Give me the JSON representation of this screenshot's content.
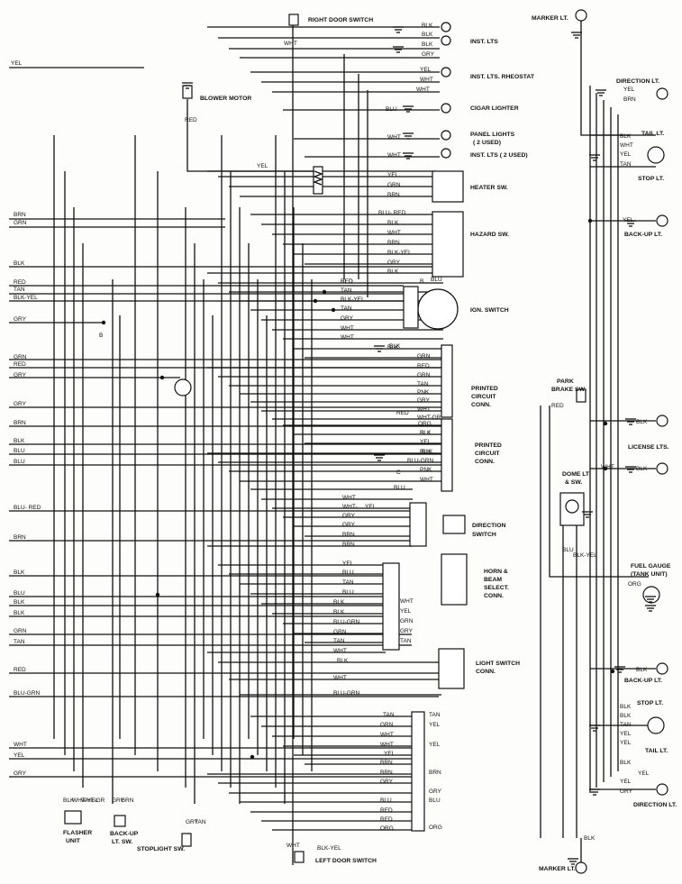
{
  "diagram": {
    "left_wire_labels": [
      "YEL",
      "BRN",
      "GRN",
      "BLK",
      "RED",
      "TAN",
      "BLK-YEL",
      "GRY",
      "GRN",
      "RED",
      "GRY",
      "GRY",
      "BRN",
      "BLK",
      "BLU",
      "BLU",
      "BLU- RED",
      "BRN",
      "BLK",
      "BLU",
      "BLK",
      "BLK",
      "GRN",
      "TAN",
      "RED",
      "BLU-GRN",
      "WHT",
      "YEL",
      "GRY"
    ],
    "components_right": [
      {
        "name": "RIGHT DOOR SWITCH"
      },
      {
        "name": "MARKER LT."
      },
      {
        "name": "INST. LTS"
      },
      {
        "name": "INST. LTS. RHEOSTAT"
      },
      {
        "name": "BLOWER MOTOR"
      },
      {
        "name": "CIGAR LIGHTER"
      },
      {
        "name": "PANEL LIGHTS"
      },
      {
        "name": "( 2 USED)"
      },
      {
        "name": "INST. LTS ( 2 USED)"
      },
      {
        "name": "HEATER SW."
      },
      {
        "name": "HAZARD SW."
      },
      {
        "name": "IGN. SWITCH"
      },
      {
        "name": "PRINTED"
      },
      {
        "name": "CIRCUIT"
      },
      {
        "name": "CONN."
      },
      {
        "name": "DIRECTION"
      },
      {
        "name": "SWITCH"
      },
      {
        "name": "HORN &"
      },
      {
        "name": "BEAM"
      },
      {
        "name": "SELECT."
      },
      {
        "name": "LIGHT SWITCH"
      },
      {
        "name": "DIRECTION LT."
      },
      {
        "name": "TAIL LT."
      },
      {
        "name": "STOP LT."
      },
      {
        "name": "BACK-UP LT."
      },
      {
        "name": "LICENSE LTS."
      },
      {
        "name": "PARK"
      },
      {
        "name": "BRAKE SW."
      },
      {
        "name": "DOME LT"
      },
      {
        "name": "& SW."
      },
      {
        "name": "FUEL GAUGE"
      },
      {
        "name": "(TANK UNIT)"
      },
      {
        "name": "FLASHER"
      },
      {
        "name": "UNIT"
      },
      {
        "name": "BACK-UP"
      },
      {
        "name": "LT. SW."
      },
      {
        "name": "STOPLIGHT SW."
      },
      {
        "name": "LEFT DOOR SWITCH"
      }
    ],
    "wire_labels_inner": {
      "inst": [
        "BLK",
        "BLK",
        "BLK",
        "GRY",
        "YEL",
        "WHT",
        "WHT",
        "BLU",
        "WHT",
        "WHT"
      ],
      "heater": [
        "YEL",
        "YEL",
        "GRN",
        "BRN"
      ],
      "hazard": [
        "BLU- RED",
        "BLK",
        "WHT",
        "BRN",
        "BLK-YEL",
        "GRY",
        "BLK"
      ],
      "ign": [
        "RED",
        "TAN",
        "BLK-YEL",
        "TAN",
        "GRY",
        "WHT",
        "WHT",
        "BLU"
      ],
      "printed1": [
        "BLK",
        "GRN",
        "RED",
        "GRN",
        "TAN",
        "PNK",
        "GRY",
        "WHT",
        "WHT-GR",
        "RED"
      ],
      "printed2": [
        "ORG",
        "BLK",
        "YEL",
        "BLK",
        "BLU-GRN",
        "PNK",
        "WHT"
      ],
      "direction": [
        "BLU",
        "WHT",
        "WHT-",
        "YEL",
        "GRY",
        "GRY",
        "BRN",
        "BRN"
      ],
      "horn": [
        "YEL",
        "BLU",
        "TAN",
        "BLU",
        "BLK",
        "WHT",
        "BLK",
        "YEL",
        "BLU-GRN",
        "GRN",
        "GRN",
        "GRY",
        "TAN",
        "TAN",
        "WHT"
      ],
      "light_sw": [
        "BLK",
        "WHT",
        "BLU-GRN"
      ],
      "rear": [
        "TAN",
        "TAN",
        "GRN",
        "YEL",
        "WHT",
        "WHT",
        "YEL",
        "YEL",
        "BRN",
        "BRN",
        "BRN",
        "GRY",
        "GRY",
        "BLU",
        "BLU",
        "RED",
        "RED",
        "ORG",
        "ORG"
      ],
      "right_side": [
        "YEL",
        "BRN",
        "BLK",
        "WHT",
        "YEL",
        "TAN",
        "YEL",
        "BLK",
        "BLK",
        "BLK",
        "WHT",
        "ORG",
        "BLK",
        "BLK",
        "TAN",
        "YEL",
        "YEL",
        "BLK",
        "YEL",
        "GRY",
        "BLK",
        "RED",
        "BLU",
        "BLK-YEL",
        "WHT",
        "RED"
      ],
      "bottom": [
        "BLK",
        "WHT-YEL",
        "WHT-GR",
        "GRY",
        "GRN",
        "GRY",
        "TAN",
        "WHT",
        "BLK-YEL",
        "WHT"
      ],
      "misc": [
        "YEL",
        "RED",
        "BLK",
        "B",
        "B",
        "C",
        "BLK",
        "BLK"
      ]
    }
  }
}
